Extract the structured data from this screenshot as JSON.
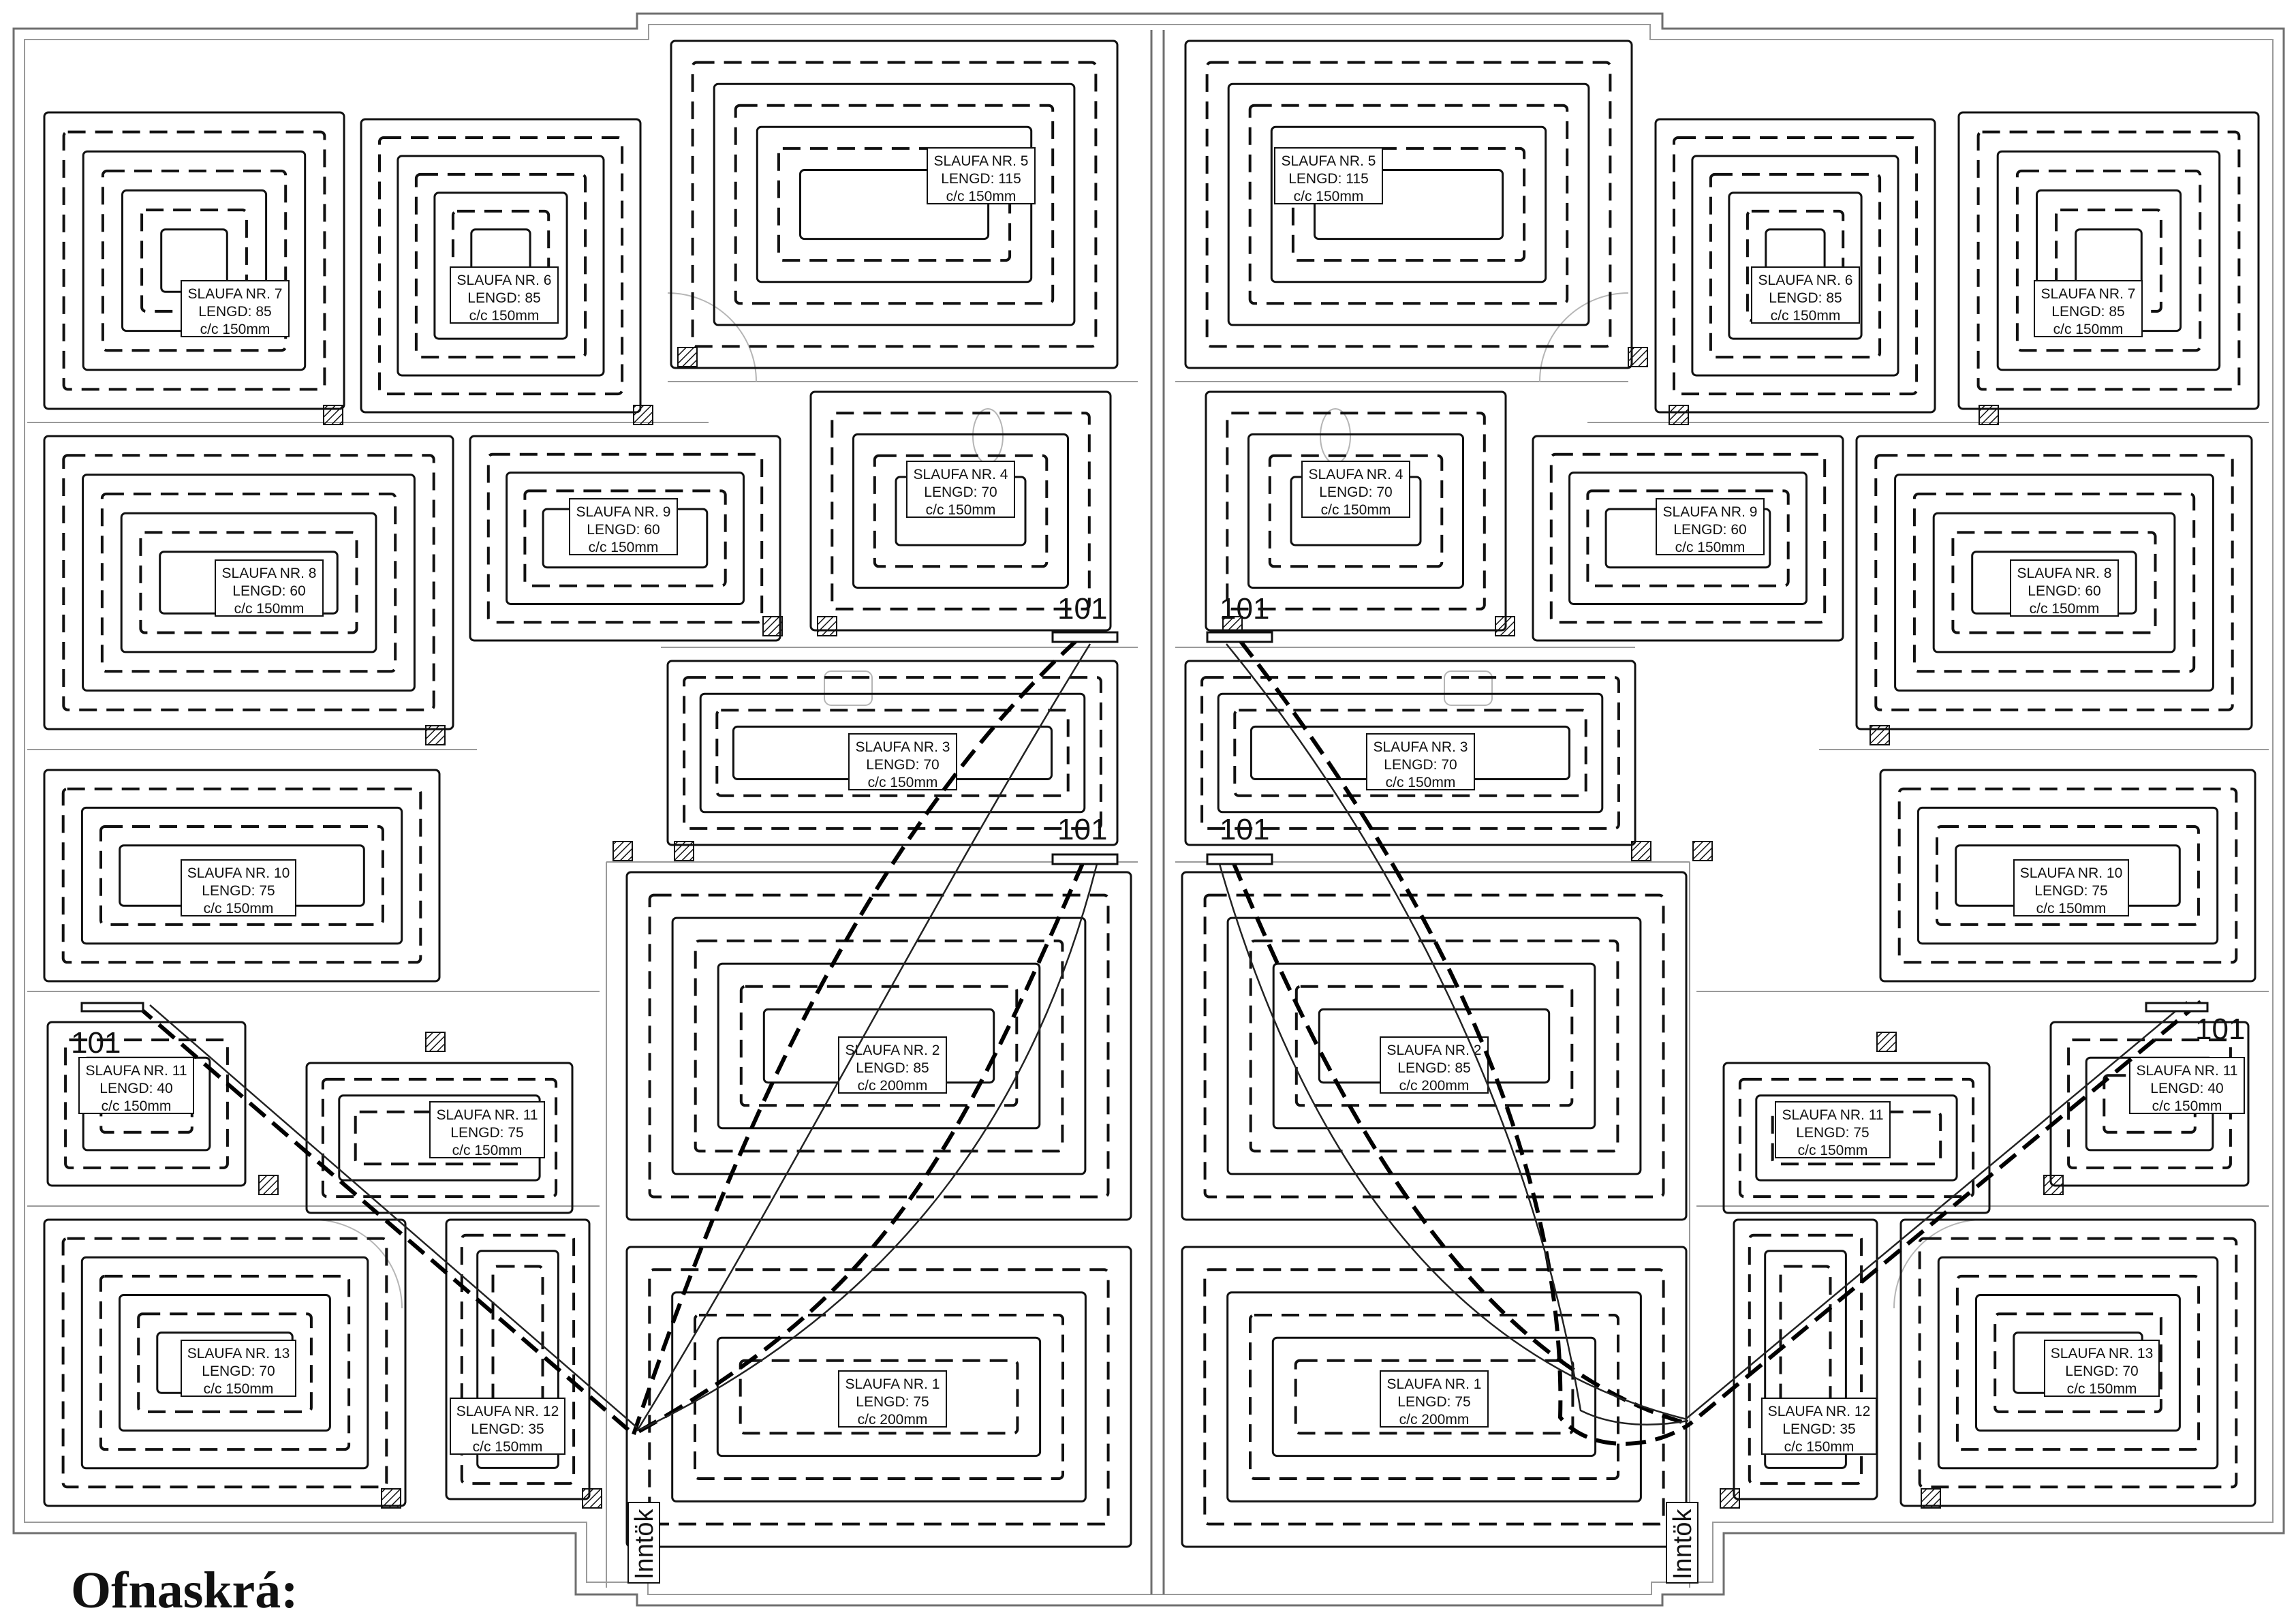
{
  "loops": [
    {
      "id": "L-slaufa-5",
      "title": "SLAUFA NR. 5",
      "length": "LENGD: 115",
      "spacing": "c/c 150mm"
    },
    {
      "id": "R-slaufa-5",
      "title": "SLAUFA NR. 5",
      "length": "LENGD: 115",
      "spacing": "c/c 150mm"
    },
    {
      "id": "L-slaufa-7",
      "title": "SLAUFA NR. 7",
      "length": "LENGD: 85",
      "spacing": "c/c 150mm"
    },
    {
      "id": "L-slaufa-6",
      "title": "SLAUFA NR. 6",
      "length": "LENGD: 85",
      "spacing": "c/c 150mm"
    },
    {
      "id": "R-slaufa-6",
      "title": "SLAUFA NR. 6",
      "length": "LENGD: 85",
      "spacing": "c/c 150mm"
    },
    {
      "id": "R-slaufa-7",
      "title": "SLAUFA NR. 7",
      "length": "LENGD: 85",
      "spacing": "c/c 150mm"
    },
    {
      "id": "L-slaufa-8",
      "title": "SLAUFA NR. 8",
      "length": "LENGD: 60",
      "spacing": "c/c 150mm"
    },
    {
      "id": "L-slaufa-9",
      "title": "SLAUFA NR. 9",
      "length": "LENGD: 60",
      "spacing": "c/c 150mm"
    },
    {
      "id": "L-slaufa-4",
      "title": "SLAUFA NR. 4",
      "length": "LENGD: 70",
      "spacing": "c/c 150mm"
    },
    {
      "id": "R-slaufa-4",
      "title": "SLAUFA NR. 4",
      "length": "LENGD: 70",
      "spacing": "c/c 150mm"
    },
    {
      "id": "R-slaufa-9",
      "title": "SLAUFA NR. 9",
      "length": "LENGD: 60",
      "spacing": "c/c 150mm"
    },
    {
      "id": "R-slaufa-8",
      "title": "SLAUFA NR. 8",
      "length": "LENGD: 60",
      "spacing": "c/c 150mm"
    },
    {
      "id": "L-slaufa-3",
      "title": "SLAUFA NR. 3",
      "length": "LENGD: 70",
      "spacing": "c/c 150mm"
    },
    {
      "id": "R-slaufa-3",
      "title": "SLAUFA NR. 3",
      "length": "LENGD: 70",
      "spacing": "c/c 150mm"
    },
    {
      "id": "L-slaufa-10",
      "title": "SLAUFA NR. 10",
      "length": "LENGD: 75",
      "spacing": "c/c 150mm"
    },
    {
      "id": "R-slaufa-10",
      "title": "SLAUFA NR. 10",
      "length": "LENGD: 75",
      "spacing": "c/c 150mm"
    },
    {
      "id": "L-slaufa-2",
      "title": "SLAUFA NR. 2",
      "length": "LENGD: 85",
      "spacing": "c/c 200mm"
    },
    {
      "id": "R-slaufa-2",
      "title": "SLAUFA NR. 2",
      "length": "LENGD: 85",
      "spacing": "c/c 200mm"
    },
    {
      "id": "L-slaufa-11a",
      "title": "SLAUFA NR. 11",
      "length": "LENGD: 40",
      "spacing": "c/c 150mm"
    },
    {
      "id": "L-slaufa-11b",
      "title": "SLAUFA NR. 11",
      "length": "LENGD: 75",
      "spacing": "c/c 150mm"
    },
    {
      "id": "R-slaufa-11b",
      "title": "SLAUFA NR. 11",
      "length": "LENGD: 75",
      "spacing": "c/c 150mm"
    },
    {
      "id": "R-slaufa-11a",
      "title": "SLAUFA NR. 11",
      "length": "LENGD: 40",
      "spacing": "c/c 150mm"
    },
    {
      "id": "L-slaufa-13",
      "title": "SLAUFA NR. 13",
      "length": "LENGD: 70",
      "spacing": "c/c 150mm"
    },
    {
      "id": "L-slaufa-12",
      "title": "SLAUFA NR. 12",
      "length": "LENGD: 35",
      "spacing": "c/c 150mm"
    },
    {
      "id": "L-slaufa-1",
      "title": "SLAUFA NR. 1",
      "length": "LENGD: 75",
      "spacing": "c/c 200mm"
    },
    {
      "id": "R-slaufa-1",
      "title": "SLAUFA NR. 1",
      "length": "LENGD: 75",
      "spacing": "c/c 200mm"
    },
    {
      "id": "R-slaufa-12",
      "title": "SLAUFA NR. 12",
      "length": "LENGD: 35",
      "spacing": "c/c 150mm"
    },
    {
      "id": "R-slaufa-13",
      "title": "SLAUFA NR. 13",
      "length": "LENGD: 70",
      "spacing": "c/c 150mm"
    }
  ],
  "manifold_tag": "101",
  "inlet_label": "Inntök",
  "legend_title": "Ofnaskrá:"
}
